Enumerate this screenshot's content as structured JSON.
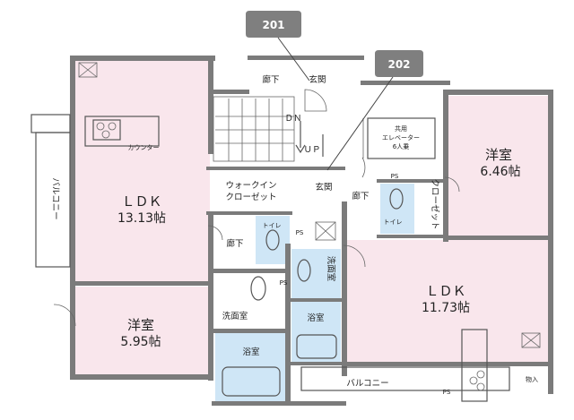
{
  "units": {
    "u201": "201",
    "u202": "202"
  },
  "rooms": {
    "ldk_left": {
      "label": "ＬＤＫ",
      "area": "13.13帖"
    },
    "ldk_right": {
      "label": "ＬＤＫ",
      "area": "11.73帖"
    },
    "western_left": {
      "label": "洋室",
      "area": "5.95帖"
    },
    "western_right": {
      "label": "洋室",
      "area": "6.46帖"
    },
    "hallway_top": "廊下",
    "entrance_top": "玄関",
    "entrance_mid": "玄関",
    "hallway_mid": "廊下",
    "hallway_left": "廊下",
    "walkin_closet_line1": "ウォークイン",
    "walkin_closet_line2": "クローゼット",
    "closet_right": "クローゼット",
    "toilet_left": "トイレ",
    "toilet_right": "トイレ",
    "washroom_left": "洗面室",
    "washroom_mid": "洗面室",
    "bath_left": "浴室",
    "bath_mid": "浴室",
    "balcony_left": "バルコニー",
    "balcony_bottom": "バルコニー",
    "elevator_line1": "共用",
    "elevator_line2": "エレベーター",
    "elevator_line3": "6人乗",
    "counter": "カウンター",
    "ps": "PS",
    "stairs_down": "ＤＮ",
    "stairs_up": "ＵＰ",
    "storage": "物入"
  }
}
